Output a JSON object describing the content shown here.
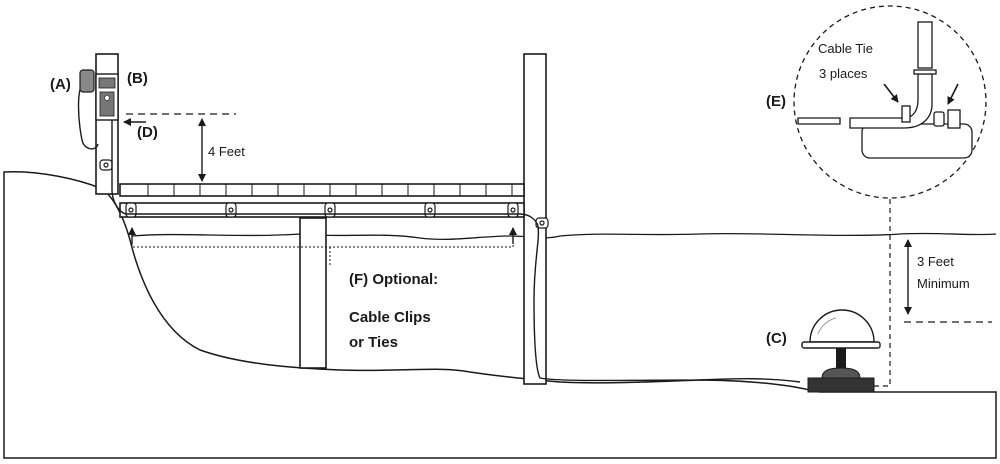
{
  "labels": {
    "a": "(A)",
    "b": "(B)",
    "c": "(C)",
    "d": "(D)",
    "e": "(E)",
    "f_line1": "(F) Optional:",
    "f_line2": "Cable Clips",
    "f_line3": "or Ties"
  },
  "dimensions": {
    "height_above_deck": "4 Feet",
    "depth_line1": "3 Feet",
    "depth_line2": "Minimum"
  },
  "detail": {
    "line1": "Cable Tie",
    "line2": "3 places"
  },
  "colors": {
    "stroke": "#1a1a1a",
    "fill": "#ffffff",
    "device_gray": "#777777"
  }
}
